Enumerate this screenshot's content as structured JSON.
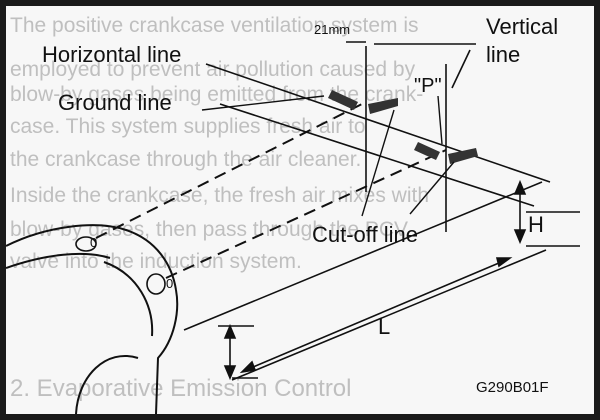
{
  "figure": {
    "code": "G290B01F",
    "labels": {
      "vertical_line_1": "Vertical",
      "vertical_line_2": "line",
      "horizontal_line": "Horizontal line",
      "dimension_21mm": "21mm",
      "ground_line": "Ground line",
      "point_p": "\"P\"",
      "cut_off_line": "Cut-off line",
      "dim_h": "H",
      "dim_l": "L",
      "zero_left": "0",
      "zero_right": "0"
    }
  },
  "background_text": {
    "line1": "The positive crankcase ventilation system is",
    "line2": "employed to prevent air pollution caused by",
    "line3": "blow-by gases being emitted from the crank-",
    "line4": "case. This system supplies fresh air to",
    "line5": "the crankcase through the air cleaner.",
    "line6": "Inside the crankcase, the fresh air mixes with",
    "line7": "blow-by gases, then pass through the PCV",
    "line8": "valve into the induction system.",
    "heading": "2. Evaporative Emission Control"
  }
}
